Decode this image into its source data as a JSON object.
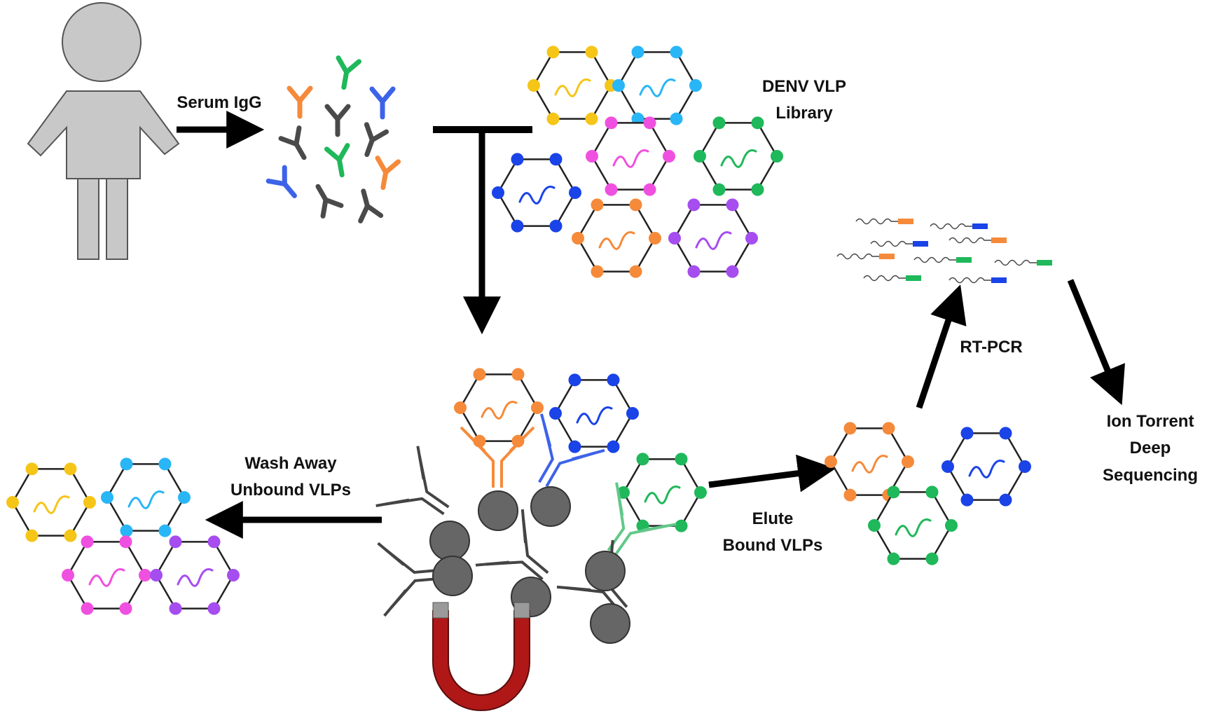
{
  "labels": {
    "serum_igg": "Serum IgG",
    "denv_library_line1": "DENV VLP",
    "denv_library_line2": "Library",
    "wash_line1": "Wash Away",
    "wash_line2": "Unbound VLPs",
    "elute_line1": "Elute",
    "elute_line2": "Bound VLPs",
    "rtpcr": "RT-PCR",
    "ion_line1": "Ion Torrent",
    "ion_line2": "Deep",
    "ion_line3": "Sequencing"
  },
  "colors": {
    "yellow": "#f5c518",
    "cyan": "#29b6f6",
    "magenta": "#f050e0",
    "green": "#1fb85a",
    "blue": "#1a43e8",
    "orange": "#f58a3a",
    "purple": "#a64df0",
    "gray_antibody": "#4a4a4a",
    "bead": "#666666",
    "magnet": "#b01818",
    "person": "#c8c8c8"
  },
  "vlp_library": [
    "yellow",
    "cyan",
    "magenta",
    "green",
    "blue",
    "orange",
    "purple"
  ],
  "vlp_unbound": [
    "yellow",
    "cyan",
    "magenta",
    "purple"
  ],
  "vlp_captured": [
    "orange",
    "blue",
    "green"
  ],
  "vlp_eluted": [
    "orange",
    "blue",
    "green"
  ],
  "amplicon_tags": [
    "orange",
    "blue",
    "blue",
    "orange",
    "orange",
    "green",
    "green",
    "green",
    "blue"
  ]
}
